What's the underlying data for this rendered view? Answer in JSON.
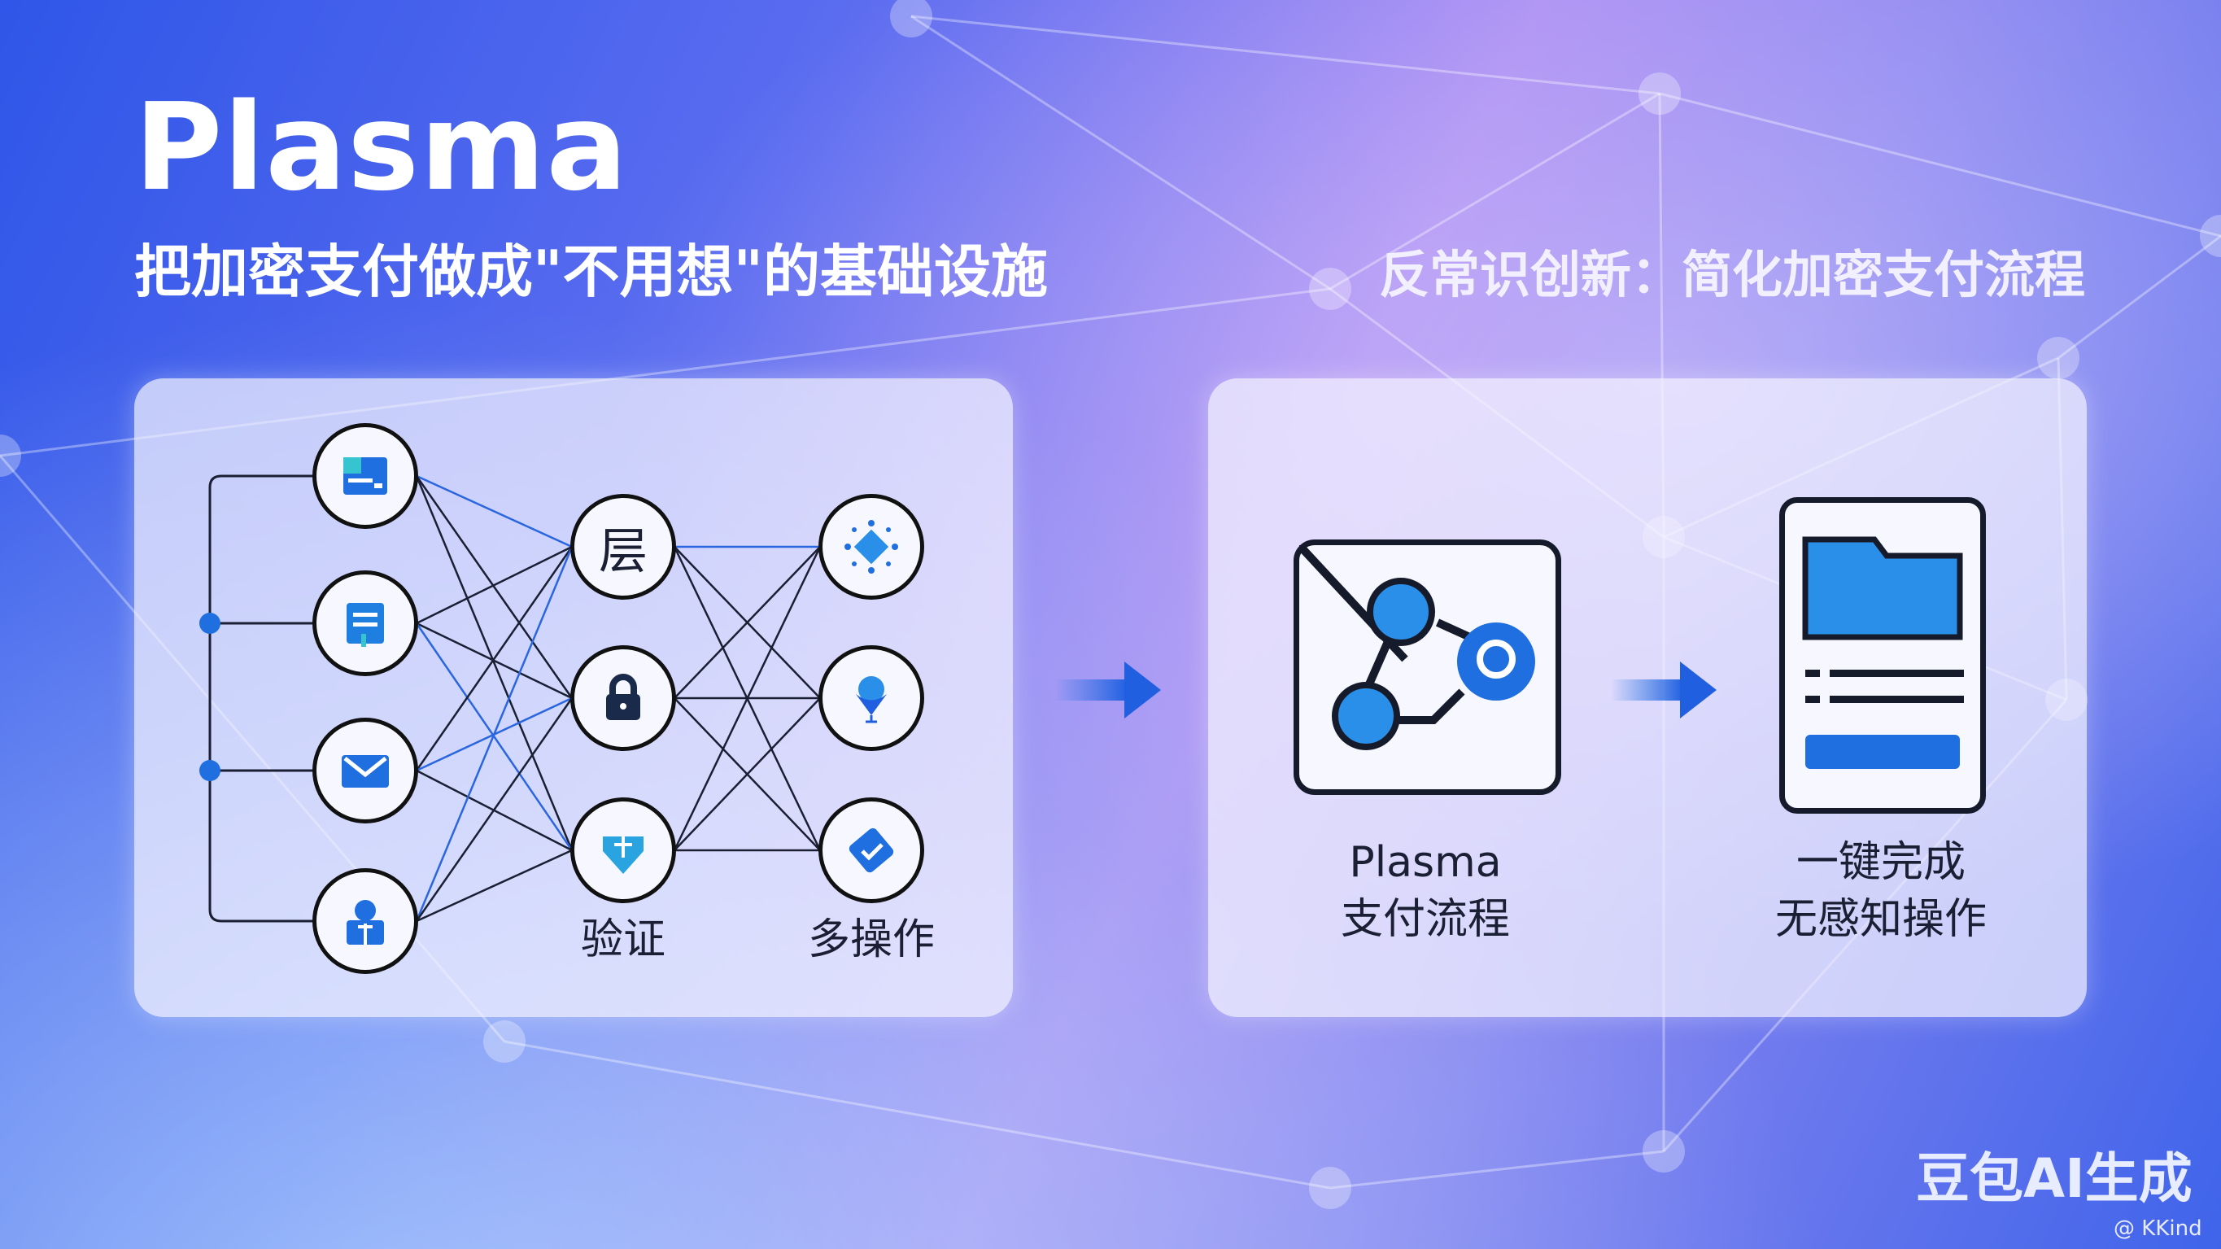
{
  "header": {
    "title": "Plasma",
    "subtitle": "把加密支付做成\"不用想\"的基础设施",
    "right_subtitle": "反常识创新：简化加密支付流程"
  },
  "left_panel": {
    "input_nodes": [
      {
        "icon": "card-icon"
      },
      {
        "icon": "notepad-icon"
      },
      {
        "icon": "mail-icon"
      },
      {
        "icon": "user-icon"
      }
    ],
    "middle_nodes": [
      {
        "icon": "layer-char",
        "text": "层"
      },
      {
        "icon": "lock-icon"
      },
      {
        "icon": "shield-icon"
      }
    ],
    "output_nodes": [
      {
        "icon": "gear-diamond-icon"
      },
      {
        "icon": "location-pin-icon"
      },
      {
        "icon": "check-badge-icon"
      }
    ],
    "middle_label": "验证",
    "output_label": "多操作"
  },
  "right_panel": {
    "flow_label_line1": "Plasma",
    "flow_label_line2": "支付流程",
    "result_label_line1": "一键完成",
    "result_label_line2": "无感知操作"
  },
  "watermark": {
    "text": "豆包AI生成",
    "credit": "@ KKind"
  },
  "colors": {
    "accent": "#1f6fe0",
    "dark": "#161b2c"
  }
}
